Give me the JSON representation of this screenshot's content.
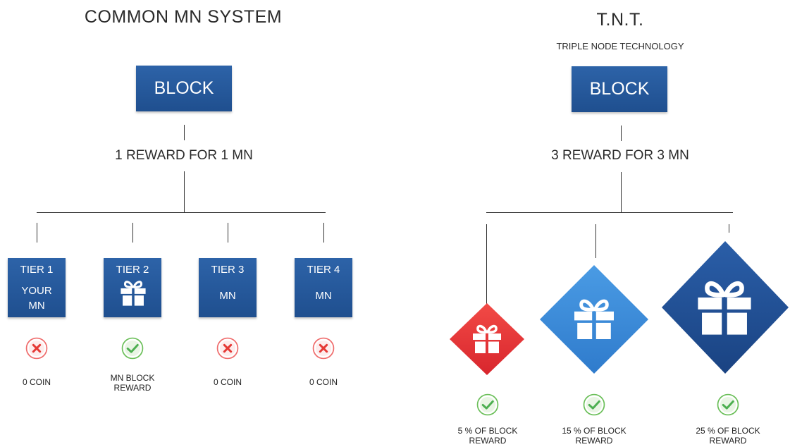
{
  "colors": {
    "block_blue": "#24579a",
    "red": "#e8383b",
    "light_blue": "#3d8ddb",
    "dark_blue": "#1e4e94",
    "check_green": "#4caf50",
    "cross_red": "#e53935"
  },
  "common": {
    "title": "COMMON MN SYSTEM",
    "block_label": "BLOCK",
    "reward_text": "1 REWARD FOR 1 MN",
    "tiers": [
      {
        "label": "TIER 1",
        "sub_line1": "YOUR",
        "sub_line2": "MN",
        "status": "cross",
        "caption_line1": "0 COIN",
        "caption_line2": ""
      },
      {
        "label": "TIER 2",
        "icon": "gift-icon",
        "status": "check",
        "caption_line1": "MN BLOCK",
        "caption_line2": "REWARD"
      },
      {
        "label": "TIER 3",
        "sub_line1": "MN",
        "status": "cross",
        "caption_line1": "0 COIN",
        "caption_line2": ""
      },
      {
        "label": "TIER 4",
        "sub_line1": "MN",
        "status": "cross",
        "caption_line1": "0 COIN",
        "caption_line2": ""
      }
    ]
  },
  "tnt": {
    "title": "T.N.T.",
    "subtitle": "TRIPLE NODE TECHNOLOGY",
    "block_label": "BLOCK",
    "reward_text": "3 REWARD FOR 3 MN",
    "nodes": [
      {
        "icon": "gift-icon",
        "color": "red",
        "status": "check",
        "caption_line1": "5 % OF BLOCK",
        "caption_line2": "REWARD"
      },
      {
        "icon": "gift-icon",
        "color": "light-blue",
        "status": "check",
        "caption_line1": "15 % OF BLOCK",
        "caption_line2": "REWARD"
      },
      {
        "icon": "gift-icon",
        "color": "dark-blue",
        "status": "check",
        "caption_line1": "25 % OF BLOCK",
        "caption_line2": "REWARD"
      }
    ]
  }
}
